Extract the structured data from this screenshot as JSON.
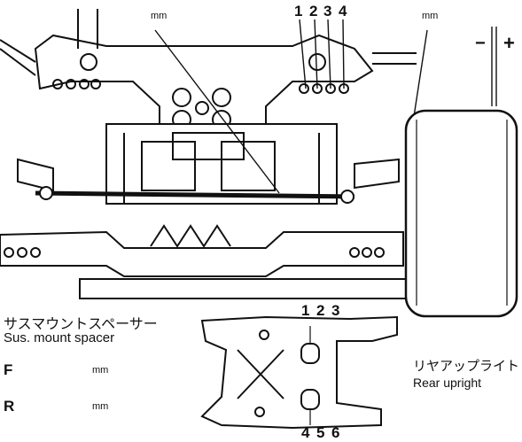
{
  "top_units": {
    "center": "mm",
    "right": "mm"
  },
  "sign_labels": {
    "minus": "−",
    "plus": "+"
  },
  "mount_hole_numbers": [
    "1",
    "2",
    "3",
    "4"
  ],
  "spacer_section": {
    "title_jp": "サスマウントスペーサー",
    "title_en": "Sus. mount spacer",
    "rows": [
      {
        "letter": "F",
        "unit": "mm"
      },
      {
        "letter": "R",
        "unit": "mm"
      }
    ]
  },
  "arm_hole_numbers": {
    "top": [
      "1",
      "2",
      "3"
    ],
    "bottom": [
      "4",
      "5",
      "6"
    ]
  },
  "upright": {
    "label_jp": "リヤアップライト",
    "label_en": "Rear upright"
  },
  "colors": {
    "ink": "#111111",
    "paper": "#ffffff",
    "shade": "#7a7a7a"
  }
}
